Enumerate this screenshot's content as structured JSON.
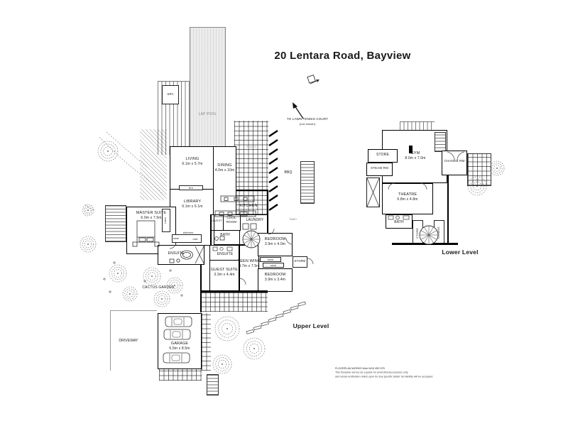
{
  "title": "20 Lentara Road, Bayview",
  "labels": {
    "upper_level": "Upper Level",
    "lower_level": "Lower Level",
    "tennis1": "TO LAWN TENNIS COURT",
    "tennis2": "(not shown)",
    "lawn": "lawn",
    "loggia": "loggia",
    "spa": "SPA",
    "lap_pool": "LAP POOL",
    "bbq": "BBQ",
    "cactus_garden": "CACTUS GARDEN",
    "driveway": "DRIVEWAY",
    "fire": "fire",
    "robe": "robe",
    "shelves": "shelves",
    "cbd": "cbd",
    "store": "STORE",
    "comms": "COMMS",
    "guest_wc": "GUEST",
    "cool_room": "COOL ROOM",
    "kitchen": "KITCHEN",
    "laundry": "LAUNDRY",
    "bath": "BATH",
    "ensuite": "ENSUITE"
  },
  "rooms": {
    "living": {
      "name": "LIVING",
      "dims": "6.1m x 5.7m"
    },
    "dining": {
      "name": "DINING",
      "dims": "4.0m x 10m"
    },
    "library": {
      "name": "LIBRARY",
      "dims": "6.1m x 6.1m"
    },
    "master_suite": {
      "name": "MASTER SUITE",
      "dims": "6.0m x 7.5m"
    },
    "guest_suite": {
      "name": "GUEST SUITE",
      "dims": "3.3m x 4.4m"
    },
    "teen_wing": {
      "name": "TEEN WING",
      "dims": "3.7m x 7.5m"
    },
    "bedroom1": {
      "name": "BEDROOM",
      "dims": "3.9m x 4.0m"
    },
    "bedroom2": {
      "name": "BEDROOM",
      "dims": "3.9m x 3.4m"
    },
    "garage": {
      "name": "GARAGE",
      "dims": "6.5m x 8.5m"
    },
    "gym": {
      "name": "GYM",
      "dims": "8.0m x 7.0m"
    },
    "theatre": {
      "name": "THEATRE",
      "dims": "6.8m x 4.8m"
    },
    "steam_rm": {
      "name": "STEAM RM"
    },
    "change_rm": {
      "name": "CHANGE RM"
    }
  },
  "icons": {
    "north": "north-arrow-icon",
    "tennis_arrow": "arrow-up-left-icon",
    "spiral_stair": "spiral-stair-icon"
  },
  "footer": {
    "line1": "FLOORPLAN WORKS   Mob 0419 490 975",
    "line2": "This floorplan serves as a guide for promotional purposes only",
    "line3": "and visual verification relied upon for any specific detail. No liability will be accepted."
  }
}
